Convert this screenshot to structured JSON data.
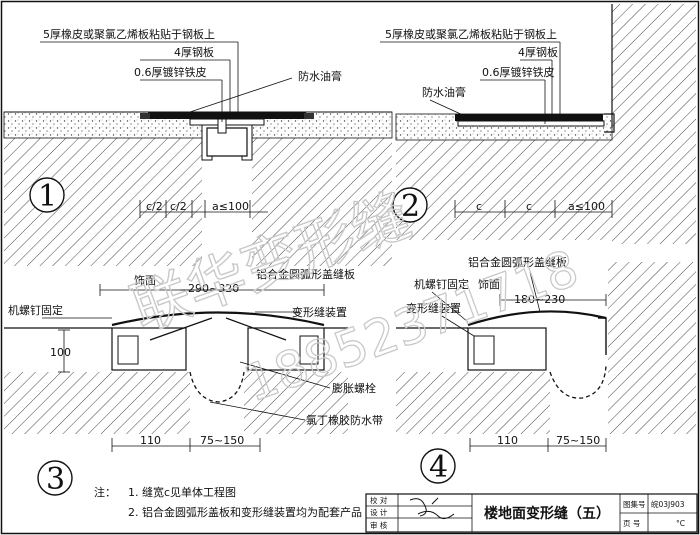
{
  "detail1": {
    "callouts": [
      "5厚橡皮或聚氯乙烯板粘贴于钢板上",
      "4厚钢板",
      "0.6厚镀锌铁皮",
      "防水油膏"
    ],
    "dims": [
      "c/2",
      "c/2",
      "a≤100"
    ],
    "number": "1"
  },
  "detail2": {
    "callouts": [
      "5厚橡皮或聚氯乙烯板粘贴于钢板上",
      "4厚钢板",
      "0.6厚镀锌铁皮",
      "防水油膏"
    ],
    "dims": [
      "c",
      "c",
      "a≤100"
    ],
    "number": "2"
  },
  "detail3": {
    "labels": [
      "饰面",
      "铝合金圆弧形盖缝板",
      "290~320",
      "机螺钉固定",
      "变形缝装置",
      "100",
      "膨胀螺栓",
      "氯丁橡胶防水带"
    ],
    "dims": [
      "110",
      "75~150"
    ],
    "number": "3"
  },
  "detail4": {
    "labels": [
      "铝合金圆弧形盖缝板",
      "机螺钉固定",
      "饰面",
      "180~230",
      "变形缝装置"
    ],
    "dims": [
      "110",
      "75~150"
    ],
    "number": "4"
  },
  "notes": {
    "prefix": "注：",
    "items": [
      "1. 缝宽c见单体工程图",
      "2. 铝合金圆弧形盖板和变形缝装置均为配套产品"
    ]
  },
  "title_block": {
    "roles": [
      "校 对",
      "设 计",
      "审 核"
    ],
    "title": "楼地面变形缝（五）",
    "atlas_label": "图集号",
    "atlas_no": "皖03J903",
    "page_label": "页 号",
    "page_value": "°C"
  },
  "watermark": {
    "brand": "联华变形缝",
    "phone": "18852371718"
  }
}
